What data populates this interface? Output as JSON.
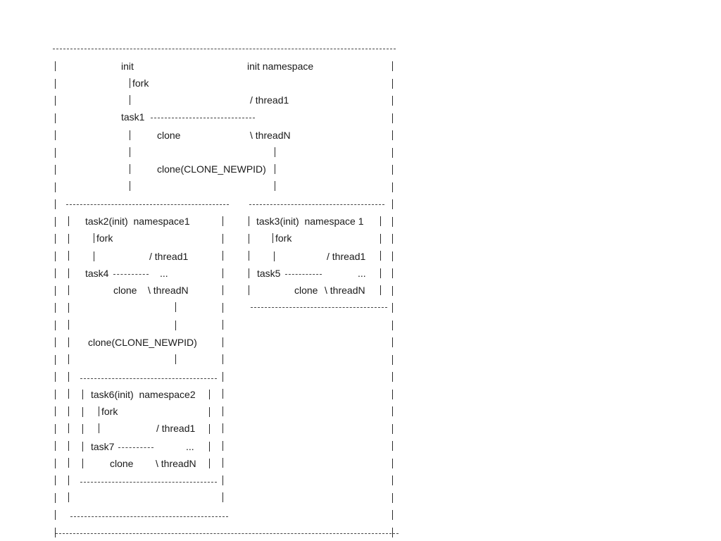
{
  "diagram": {
    "title_left": "init",
    "title_right": "init namespace",
    "outer": {
      "fork": "fork",
      "thread1": "/ thread1",
      "task1": "task1",
      "clone": "clone",
      "threadN": "\\ threadN",
      "clone_newpid": "clone(CLONE_NEWPID)"
    },
    "ns1_left": {
      "header": "task2(init)  namespace1",
      "fork": "fork",
      "thread1": "/ thread1",
      "task": "task4",
      "ellipsis": "...",
      "clone": "clone",
      "threadN": "\\ threadN",
      "clone_newpid": "clone(CLONE_NEWPID)"
    },
    "ns1_right": {
      "header": "task3(init)  namespace 1",
      "fork": "fork",
      "thread1": "/ thread1",
      "task": "task5",
      "ellipsis": "...",
      "clone": "clone",
      "threadN": "\\ threadN"
    },
    "ns2": {
      "header": "task6(init)  namespace2",
      "fork": "fork",
      "thread1": "/ thread1",
      "task": "task7",
      "ellipsis": "...",
      "clone": "clone",
      "threadN": "\\ threadN"
    }
  }
}
